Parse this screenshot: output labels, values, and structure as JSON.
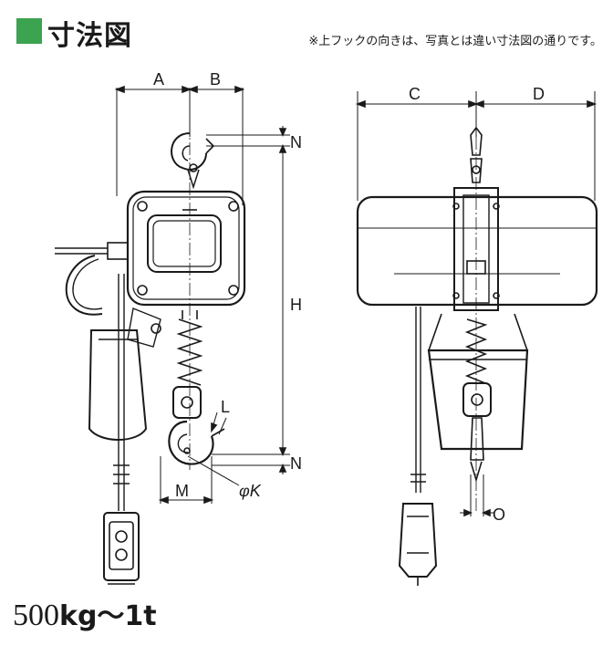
{
  "header": {
    "title": "寸法図",
    "note": "※上フックの向きは、写真とは違い寸法図の通りです。",
    "accent_color": "#3ca350"
  },
  "dimensions": {
    "A": "A",
    "B": "B",
    "C": "C",
    "D": "D",
    "H": "H",
    "N_top": "N",
    "N_bottom": "N",
    "L": "L",
    "M": "M",
    "K": "φK",
    "O": "O"
  },
  "capacity": {
    "value": "500",
    "unit": "kg～1t"
  }
}
